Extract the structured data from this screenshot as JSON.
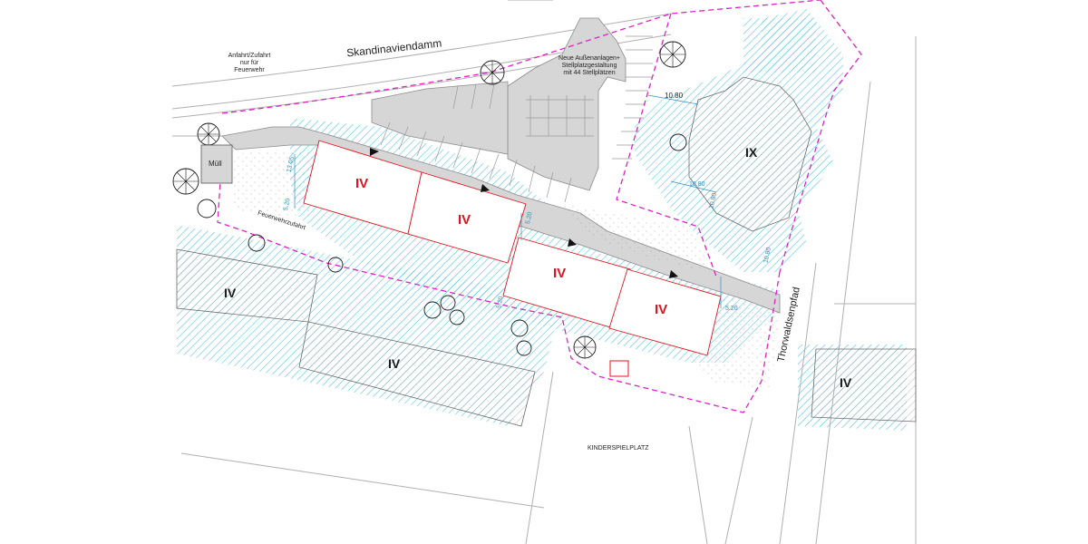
{
  "streets": {
    "skandinaviendamm": "Skandinaviendamm",
    "thorwaldsenpfad": "Thorwaldsenpfad",
    "feuerwehrzufahrt": "Feuerwehrzufahrt"
  },
  "labels": {
    "anfahrt": [
      "Anfahrt/Zufahrt",
      "nur für",
      "Feuerwehr"
    ],
    "aussenanlagen": [
      "Neue Außenanlagen+",
      "Stellplatzgestaltung",
      "mit 44 Stellplätzen"
    ],
    "muell": "Müll",
    "kinderspielplatz": "KINDERSPIELPLATZ"
  },
  "storeys": {
    "new_1": "IV",
    "new_2": "IV",
    "new_3": "IV",
    "new_4": "IV",
    "tower": "IX",
    "exist_1": "IV",
    "exist_2": "IV",
    "exist_3": "IV"
  },
  "dimensions": {
    "d1": "10.80",
    "d2": "10.80",
    "d3": "10.80",
    "d4": "10.80",
    "d5": "13.05",
    "d6": "5.20",
    "d7": "5.20",
    "d8": "5.20",
    "d9": "5.20"
  },
  "colors": {
    "new_building_outline": "#e0141e",
    "boundary": "#e020c8",
    "hatch_blue": "#56c4e6",
    "dimension": "#2b8fc7",
    "existing_building": "#bdbdbd"
  }
}
